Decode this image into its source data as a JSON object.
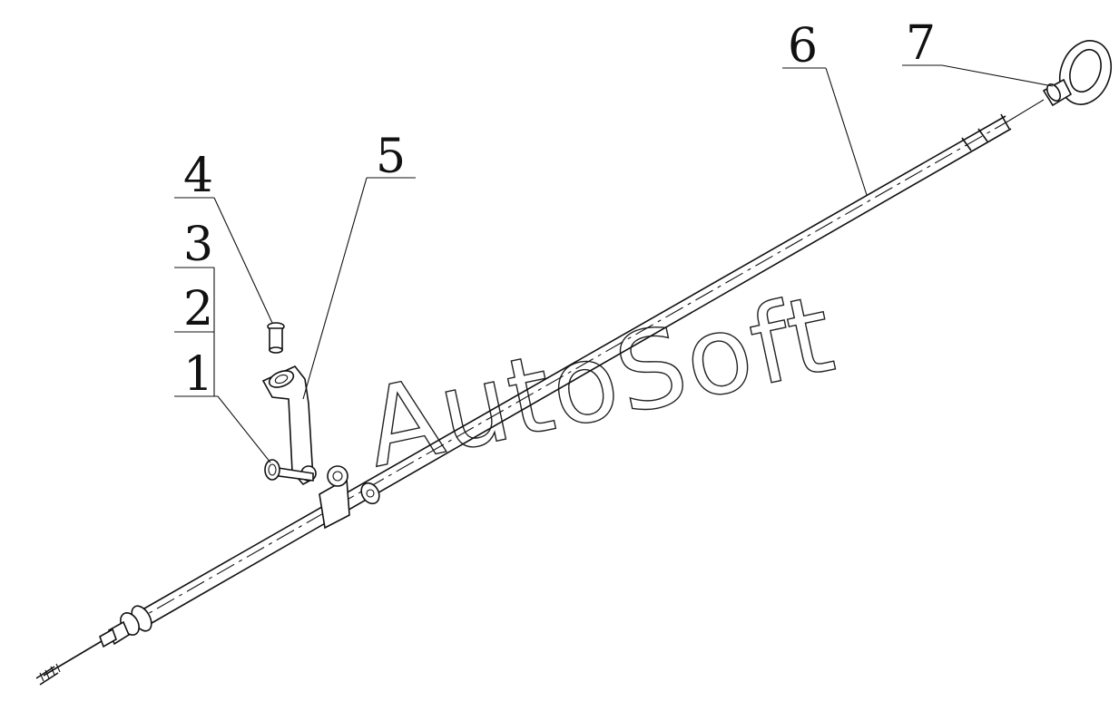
{
  "diagram": {
    "callouts": [
      {
        "id": "1",
        "label": "1"
      },
      {
        "id": "2",
        "label": "2"
      },
      {
        "id": "3",
        "label": "3"
      },
      {
        "id": "4",
        "label": "4"
      },
      {
        "id": "5",
        "label": "5"
      },
      {
        "id": "6",
        "label": "6"
      },
      {
        "id": "7",
        "label": "7"
      }
    ],
    "watermark": "AutoSoft",
    "colors": {
      "ink": "#111111",
      "background": "#ffffff"
    }
  }
}
